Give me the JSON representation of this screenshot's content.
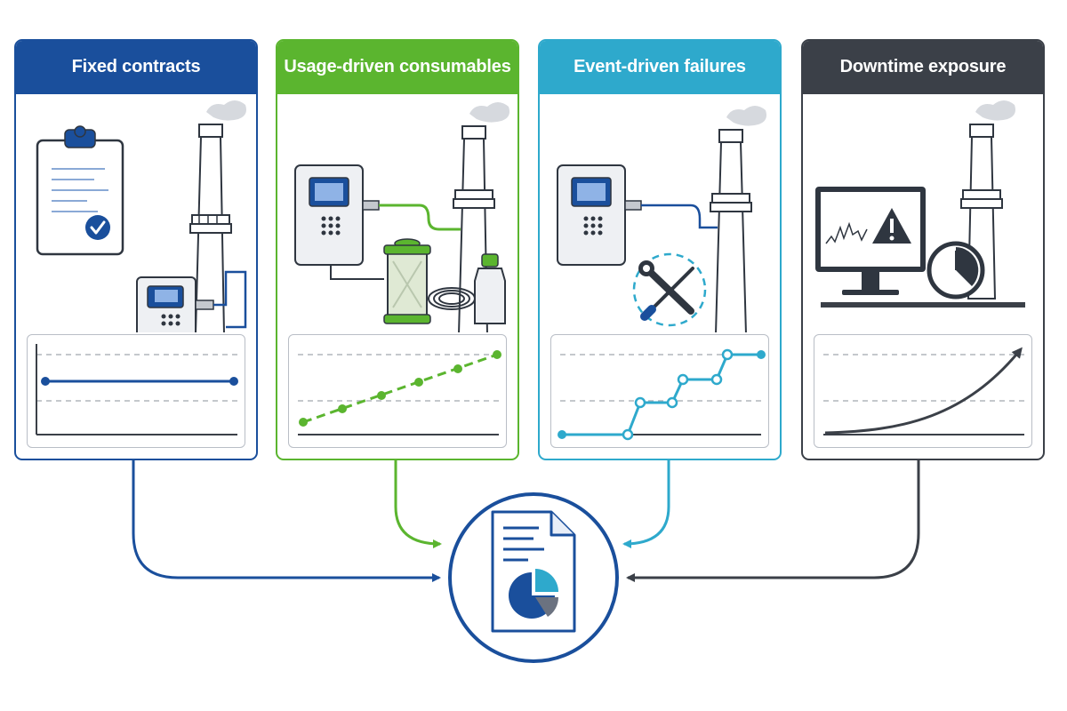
{
  "panels": [
    {
      "title": "Fixed contracts",
      "color": "#1a4f9c",
      "chart_type": "flat-line",
      "icon": "clipboard-check-icon"
    },
    {
      "title": "Usage-driven consumables",
      "color": "#5bb52f",
      "chart_type": "rising-dashed-line",
      "icon": "filter-cartridge-icon"
    },
    {
      "title": "Event-driven failures",
      "color": "#2ea9cc",
      "chart_type": "step-line",
      "icon": "wrench-screwdriver-icon"
    },
    {
      "title": "Downtime exposure",
      "color": "#3b4048",
      "chart_type": "exponential-curve",
      "icon": "monitor-warning-icon"
    }
  ],
  "hub": {
    "icon": "report-pie-chart-icon",
    "accent": "#1a4f9c"
  }
}
